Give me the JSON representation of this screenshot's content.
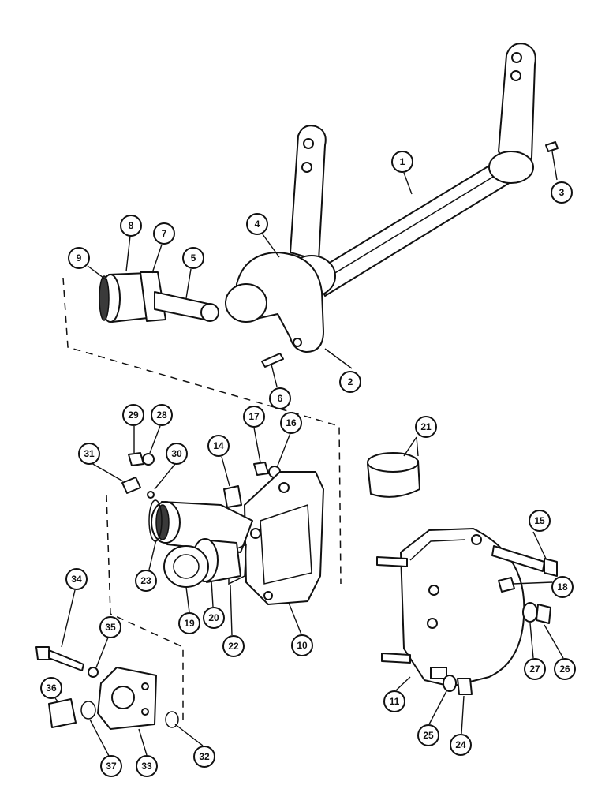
{
  "callouts": [
    "1",
    "2",
    "3",
    "4",
    "5",
    "6",
    "7",
    "8",
    "9",
    "10",
    "11",
    "14",
    "15",
    "16",
    "17",
    "18",
    "19",
    "20",
    "21",
    "22",
    "23",
    "24",
    "25",
    "26",
    "27",
    "28",
    "29",
    "30",
    "31",
    "32",
    "33",
    "34",
    "35",
    "36",
    "37"
  ]
}
